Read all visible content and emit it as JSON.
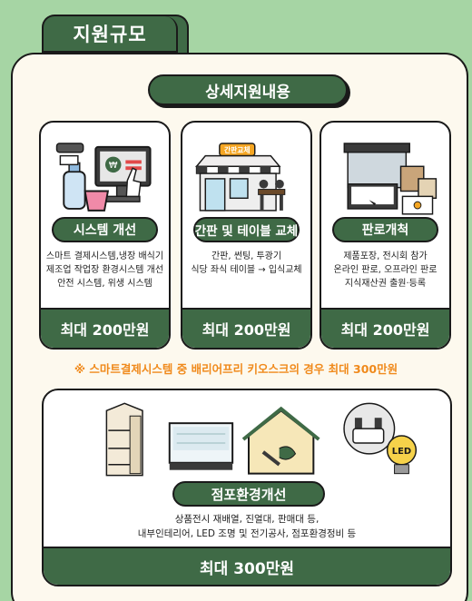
{
  "tab": {
    "title": "지원규모"
  },
  "section": {
    "title": "상세지원내용"
  },
  "cards": [
    {
      "icon": "payment-kiosk-icon",
      "label": "시스템 개선",
      "desc": [
        "스마트 결제시스템,냉장 배식기",
        "제조업 작업장 환경시스템 개선",
        "안전 시스템, 위생 시스템"
      ],
      "max": "최대 200만원"
    },
    {
      "icon": "storefront-icon",
      "label": "간판 및 테이블 교체",
      "sign": "간판교체",
      "desc": [
        "간판, 썬팅, 투광기",
        "식당 좌식 테이블 → 입식교체"
      ],
      "max": "최대 200만원"
    },
    {
      "icon": "products-screens-icon",
      "label": "판로개척",
      "desc": [
        "제품포장, 전시회 참가",
        "온라인 판로, 오프라인 판로",
        "지식재산권 출원·등록"
      ],
      "max": "최대 200만원"
    }
  ],
  "note": "※ 스마트결제시스템 중 배리어프리 키오스크의 경우 최대 300만원",
  "bigCard": {
    "label": "점포환경개선",
    "desc": [
      "상품전시 재배열, 진열대, 판매대 등,",
      "내부인테리어, LED 조명 및 전기공사, 점포환경정비 등"
    ],
    "max": "최대 300만원",
    "bulb_text": "LED"
  },
  "colors": {
    "background": "#a6d5a4",
    "primary_green": "#3f6a46",
    "panel": "#fdf9ee",
    "note_orange": "#f08a1c"
  }
}
